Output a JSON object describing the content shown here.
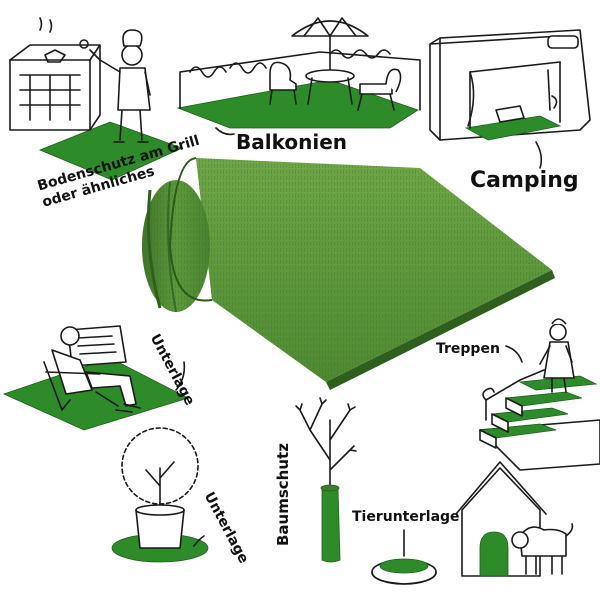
{
  "labels": {
    "balkonien": "Balkonien",
    "camping": "Camping",
    "bodenschutz_line1": "Bodenschutz am Grill",
    "bodenschutz_line2": "oder ähnliches",
    "unterlage_top": "Unterlage",
    "treppen": "Treppen",
    "baumschutz": "Baumschutz",
    "unterlage_bottom": "Unterlage",
    "tierunterlage": "Tierunterlage"
  },
  "icons": [
    "grill-scene",
    "balcony-scene",
    "camping-scene",
    "grass-roll",
    "reading-chair-scene",
    "stairs-scene",
    "tree-scene",
    "potted-tree-scene",
    "pet-bed-scene",
    "doghouse-scene"
  ],
  "colors": {
    "grass": "#2e8b2a",
    "grass_dark": "#1f5f1c",
    "grass_light": "#5a9e3a",
    "ink": "#1a1a1a"
  }
}
